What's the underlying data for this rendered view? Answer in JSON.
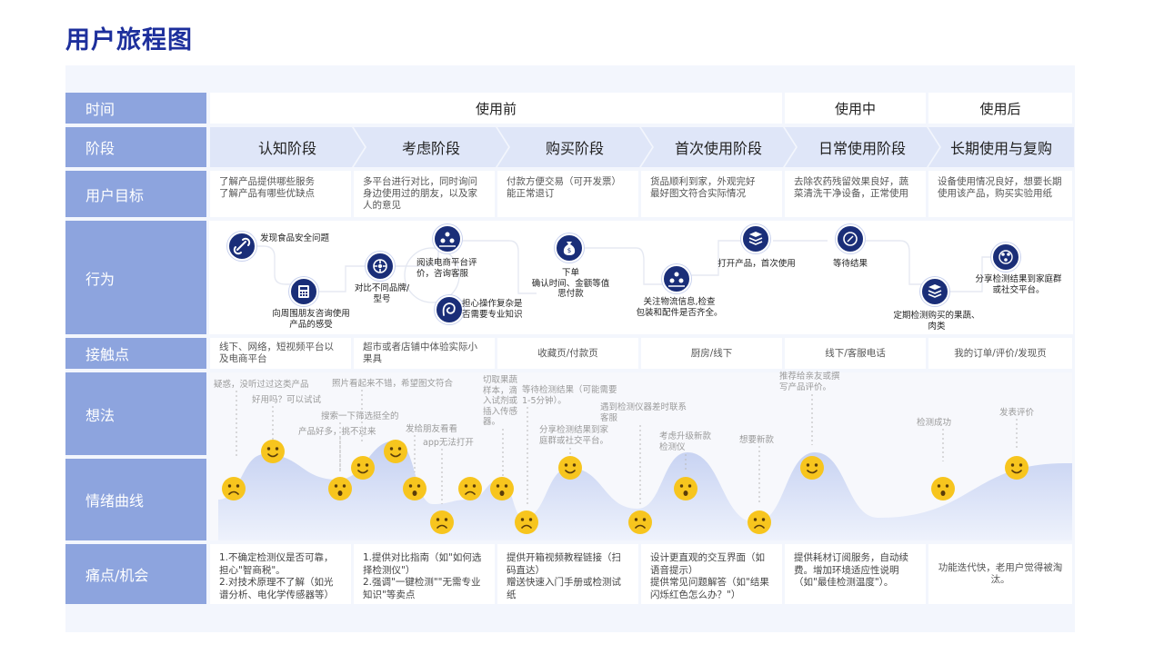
{
  "title": "用户旅程图",
  "labels": {
    "time": "时间",
    "stage": "阶段",
    "goal": "用户目标",
    "action": "行为",
    "touchpoint": "接触点",
    "thought": "想法",
    "emotion": "情绪曲线",
    "pain": "痛点/机会"
  },
  "time_headers": [
    "使用前",
    "使用中",
    "使用后"
  ],
  "stages": [
    "认知阶段",
    "考虑阶段",
    "购买阶段",
    "首次使用阶段",
    "日常使用阶段",
    "长期使用与复购"
  ],
  "goals": [
    "了解产品提供哪些服务\n了解产品有哪些优缺点",
    "多平台进行对比，同时询问身边使用过的朋友，以及家人的意见",
    "付款方便交易（可开发票）\n能正常退订",
    "货品顺利到家，外观完好\n最好图文符合实际情况",
    "去除农药残留效果良好，蔬菜清洗干净设备，正常使用",
    "设备使用情况良好，想要长期使用该产品，购买实验用纸"
  ],
  "actions": [
    {
      "icon": "link-icon",
      "text": "发现食品安全问题"
    },
    {
      "icon": "calculator-icon",
      "text": "向周围朋友咨询使用\n产品的感受"
    },
    {
      "icon": "compare-icon",
      "text": "对比不同品牌/\n型号"
    },
    {
      "icon": "people-icon",
      "text": "阅读电商平台评\n价，咨询客服"
    },
    {
      "icon": "worry-icon",
      "text": "担心操作复杂是\n否需要专业知识"
    },
    {
      "icon": "money-bag-icon",
      "text": "下单\n确认时间、金额等值\n思付款"
    },
    {
      "icon": "people-icon",
      "text": "关注物流信息,检查\n包装和配件是否齐全。"
    },
    {
      "icon": "stack-icon",
      "text": "打开产品，首次使用"
    },
    {
      "icon": "compass-icon",
      "text": "等待结果"
    },
    {
      "icon": "stack-icon",
      "text": "定期检测购买的果蔬、\n肉类"
    },
    {
      "icon": "share-icon",
      "text": "分享检测结果到家庭群\n或社交平台。"
    }
  ],
  "touchpoints": [
    "线下、网络，短视频平台以及电商平台",
    "超市或者店铺中体验实际小果具",
    "收藏页/付款页",
    "厨房/线下",
    "线下/客服电话",
    "我的订单/评价/发现页"
  ],
  "thoughts": [
    "疑惑，没听过过这类产品",
    "好用吗？可以试试",
    "照片看起来不错，希望图文符合",
    "搜索一下筛选挺全的",
    "产品好多，挑不过来",
    "发给朋友看看",
    "app无法打开",
    "切取果蔬\n样本，滴\n入试剂或\n插入传感\n器。",
    "等待检测结果（可能需要\n1-5分钟）。",
    "遇到检测仪器差时联系\n客服",
    "分享检测结果到家\n庭群或社交平台。",
    "考虑升级新款\n检测仪",
    "想要新款",
    "推荐给亲友或撰\n写产品评价。",
    "检测成功",
    "发表评价"
  ],
  "emotions": [
    {
      "mood": "sad",
      "score": 2
    },
    {
      "mood": "happy",
      "score": 4
    },
    {
      "mood": "worried",
      "score": 2
    },
    {
      "mood": "happy",
      "score": 3
    },
    {
      "mood": "happy",
      "score": 4
    },
    {
      "mood": "worried",
      "score": 2
    },
    {
      "mood": "sad",
      "score": 1
    },
    {
      "mood": "sad",
      "score": 2
    },
    {
      "mood": "worried",
      "score": 2
    },
    {
      "mood": "sad",
      "score": 1
    },
    {
      "mood": "happy",
      "score": 3
    },
    {
      "mood": "sad",
      "score": 1
    },
    {
      "mood": "worried",
      "score": 2
    },
    {
      "mood": "sad",
      "score": 1
    },
    {
      "mood": "happy",
      "score": 3
    },
    {
      "mood": "worried",
      "score": 2
    },
    {
      "mood": "happy",
      "score": 3
    }
  ],
  "pains": [
    "1.不确定检测仪是否可靠，担心\"智商税\"。\n2.对技术原理不了解（如光谱分析、电化学传感器等）",
    "1.提供对比指南（如\"如何选择检测仪\"）\n2.强调\"一键检测\"\"无需专业知识\"等卖点",
    "提供开箱视频教程链接（扫码直达）\n赠送快速入门手册或检测试纸",
    "设计更直观的交互界面（如语音提示）\n提供常见问题解答（如\"结果闪烁红色怎么办？\"）",
    "提供耗材订阅服务，自动续费。增加环境适应性说明（如\"最佳检测温度\"）。",
    "功能迭代快，老用户觉得被淘汰。"
  ],
  "colors": {
    "title": "#1d2f9c",
    "label_bg": "#8da4de",
    "stage_chevron": "#dfe6f8",
    "icon": "#1a2e78",
    "emotion_fill": "#c3cff1",
    "face": "#f7c51e"
  }
}
